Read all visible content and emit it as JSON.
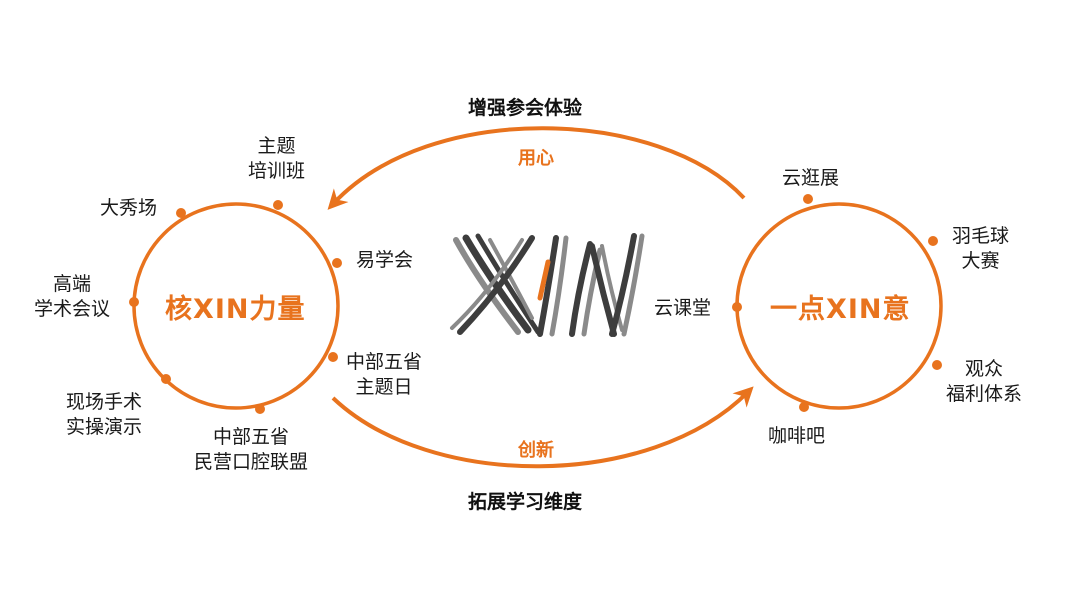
{
  "colors": {
    "accent": "#e8731e",
    "text": "#1a1a1a",
    "logo_dark": "#3d3d3d",
    "logo_light": "#8a8a8a"
  },
  "top_flow": {
    "title": "增强参会体验",
    "arc_label": "用心"
  },
  "bottom_flow": {
    "title": "拓展学习维度",
    "arc_label": "创新"
  },
  "left_circle": {
    "center_label": "核XIN力量",
    "items": [
      {
        "lines": [
          "主题",
          "培训班"
        ]
      },
      {
        "lines": [
          "易学会"
        ]
      },
      {
        "lines": [
          "中部五省",
          "主题日"
        ]
      },
      {
        "lines": [
          "中部五省",
          "民营口腔联盟"
        ]
      },
      {
        "lines": [
          "现场手术",
          "实操演示"
        ]
      },
      {
        "lines": [
          "高端",
          "学术会议"
        ]
      },
      {
        "lines": [
          "大秀场"
        ]
      }
    ]
  },
  "right_circle": {
    "center_label": "一点XIN意",
    "items": [
      {
        "lines": [
          "云逛展"
        ]
      },
      {
        "lines": [
          "羽毛球",
          "大赛"
        ]
      },
      {
        "lines": [
          "观众",
          "福利体系"
        ]
      },
      {
        "lines": [
          "咖啡吧"
        ]
      },
      {
        "lines": [
          "云课堂"
        ]
      }
    ]
  },
  "logo": {
    "icon": "xin-logo-icon"
  }
}
